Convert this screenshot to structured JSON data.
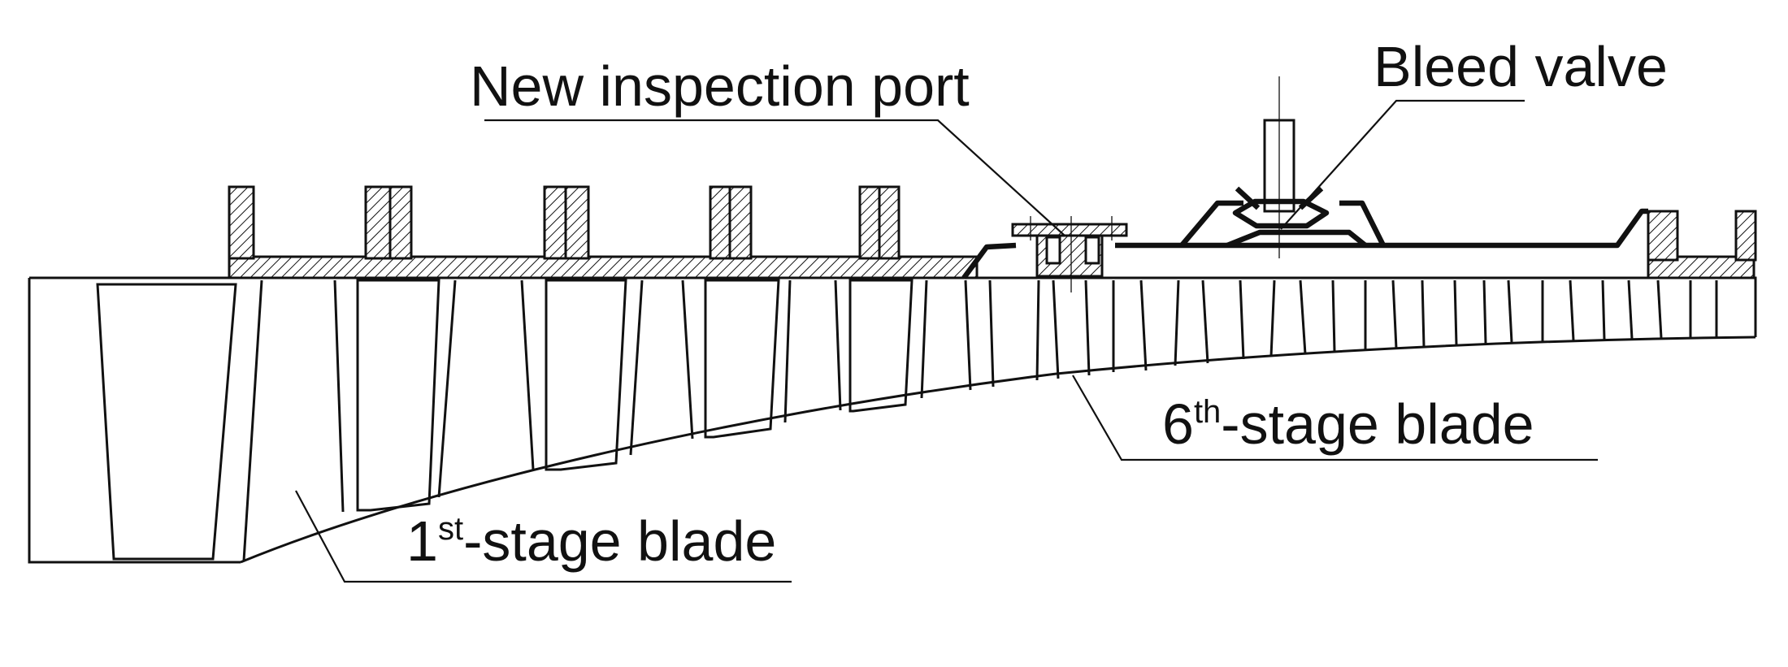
{
  "labels": {
    "inspection_port": "New inspection port",
    "bleed_valve": "Bleed valve",
    "stage6_num": "6",
    "stage6_sup": "th",
    "stage6_text": "-stage blade",
    "stage1_num": "1",
    "stage1_sup": "st",
    "stage1_text": "-stage blade"
  },
  "colors": {
    "ink": "#111111",
    "background": "#ffffff"
  }
}
